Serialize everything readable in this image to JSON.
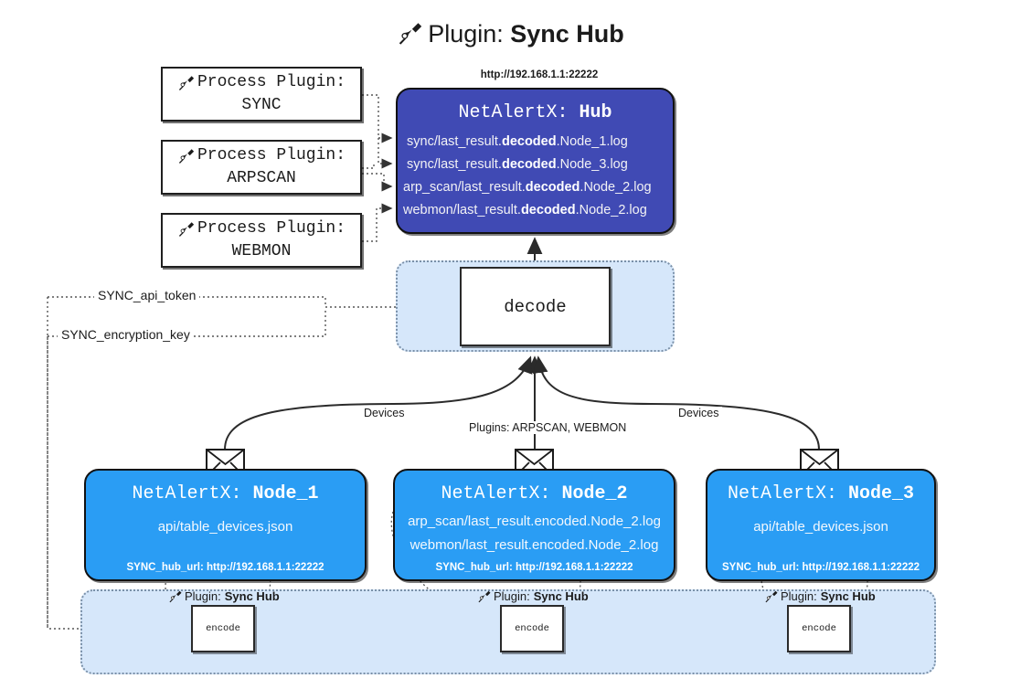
{
  "title": {
    "icon": "plug-icon",
    "label": "Plugin:",
    "value": "Sync Hub"
  },
  "process_plugins": [
    {
      "icon": "plug-icon",
      "label": "Process Plugin:",
      "value": "SYNC"
    },
    {
      "icon": "plug-icon",
      "label": "Process Plugin:",
      "value": "ARPSCAN"
    },
    {
      "icon": "plug-icon",
      "label": "Process Plugin:",
      "value": "WEBMON"
    }
  ],
  "hub": {
    "url": "http://192.168.1.1:22222",
    "title_label": "NetAlertX:",
    "title_value": "Hub",
    "rows": [
      {
        "pre": "sync/last_result.",
        "em": "decoded",
        "post": ".Node_1.log"
      },
      {
        "pre": "sync/last_result.",
        "em": "decoded",
        "post": ".Node_3.log"
      },
      {
        "pre": "arp_scan/last_result.",
        "em": "decoded",
        "post": ".Node_2.log"
      },
      {
        "pre": "webmon/last_result.",
        "em": "decoded",
        "post": ".Node_2.log"
      }
    ]
  },
  "decode": {
    "label": "decode"
  },
  "keys": [
    {
      "label": "SYNC_api_token"
    },
    {
      "label": "SYNC_encryption_key"
    }
  ],
  "edge_labels": {
    "devices_left": "Devices",
    "plugins_center": "Plugins: ARPSCAN, WEBMON",
    "devices_right": "Devices"
  },
  "nodes": [
    {
      "title_label": "NetAlertX:",
      "title_value": "Node_1",
      "lines": [
        "api/table_devices.json"
      ],
      "footer": "SYNC_hub_url: http://192.168.1.1:22222",
      "envelope_icon": "envelope-icon"
    },
    {
      "title_label": "NetAlertX:",
      "title_value": "Node_2",
      "lines": [
        "arp_scan/last_result.encoded.Node_2.log",
        "webmon/last_result.encoded.Node_2.log"
      ],
      "footer": "SYNC_hub_url: http://192.168.1.1:22222",
      "envelope_icon": "envelope-icon"
    },
    {
      "title_label": "NetAlertX:",
      "title_value": "Node_3",
      "lines": [
        "api/table_devices.json"
      ],
      "footer": "SYNC_hub_url: http://192.168.1.1:22222",
      "envelope_icon": "envelope-icon"
    }
  ],
  "encoders": [
    {
      "icon": "plug-icon",
      "label": "Plugin:",
      "value": "Sync Hub",
      "box_label": "encode"
    },
    {
      "icon": "plug-icon",
      "label": "Plugin:",
      "value": "Sync Hub",
      "box_label": "encode"
    },
    {
      "icon": "plug-icon",
      "label": "Plugin:",
      "value": "Sync Hub",
      "box_label": "encode"
    }
  ],
  "colors": {
    "hub_fill": "#404ab4",
    "node_fill": "#2a9df4",
    "container_fill": "#d6e7fa",
    "stroke": "#111111",
    "dotted": "#555555"
  }
}
